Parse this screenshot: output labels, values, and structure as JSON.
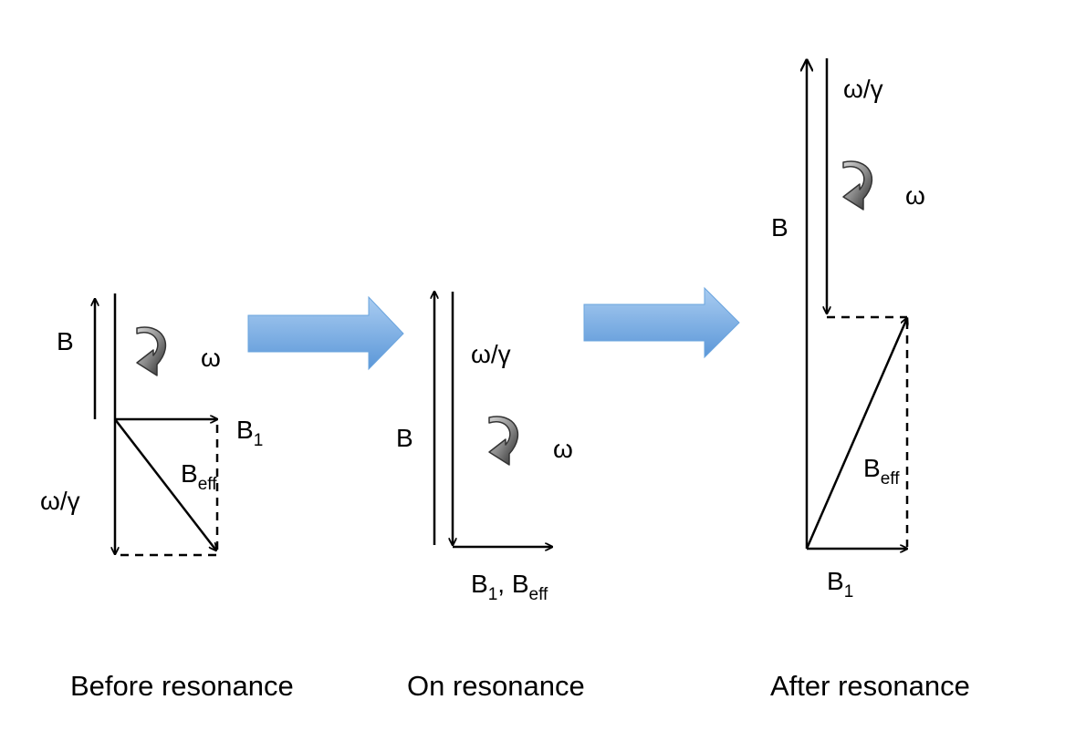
{
  "panels": [
    {
      "caption": "Before resonance",
      "labels": {
        "b": "B",
        "omega": "ω",
        "b1_main": "B",
        "b1_sub": "1",
        "beff_main": "B",
        "beff_sub": "eff",
        "omega_gamma": "ω/γ"
      }
    },
    {
      "caption": "On resonance",
      "labels": {
        "b": "B",
        "omega": "ω",
        "omega_gamma": "ω/γ",
        "b1_main": "B",
        "b1_sub": "1",
        "sep": ", ",
        "beff_main": "B",
        "beff_sub": "eff"
      }
    },
    {
      "caption": "After resonance",
      "labels": {
        "b": "B",
        "omega": "ω",
        "omega_gamma": "ω/γ",
        "beff_main": "B",
        "beff_sub": "eff",
        "b1_main": "B",
        "b1_sub": "1"
      }
    }
  ],
  "colors": {
    "stroke": "#000000",
    "transition_arrow": "#6aa4de",
    "rotation_arrow": "#8a8a8a"
  },
  "icons": {
    "transition": "block-right-arrow",
    "rotation": "curved-rotation-arrow"
  }
}
